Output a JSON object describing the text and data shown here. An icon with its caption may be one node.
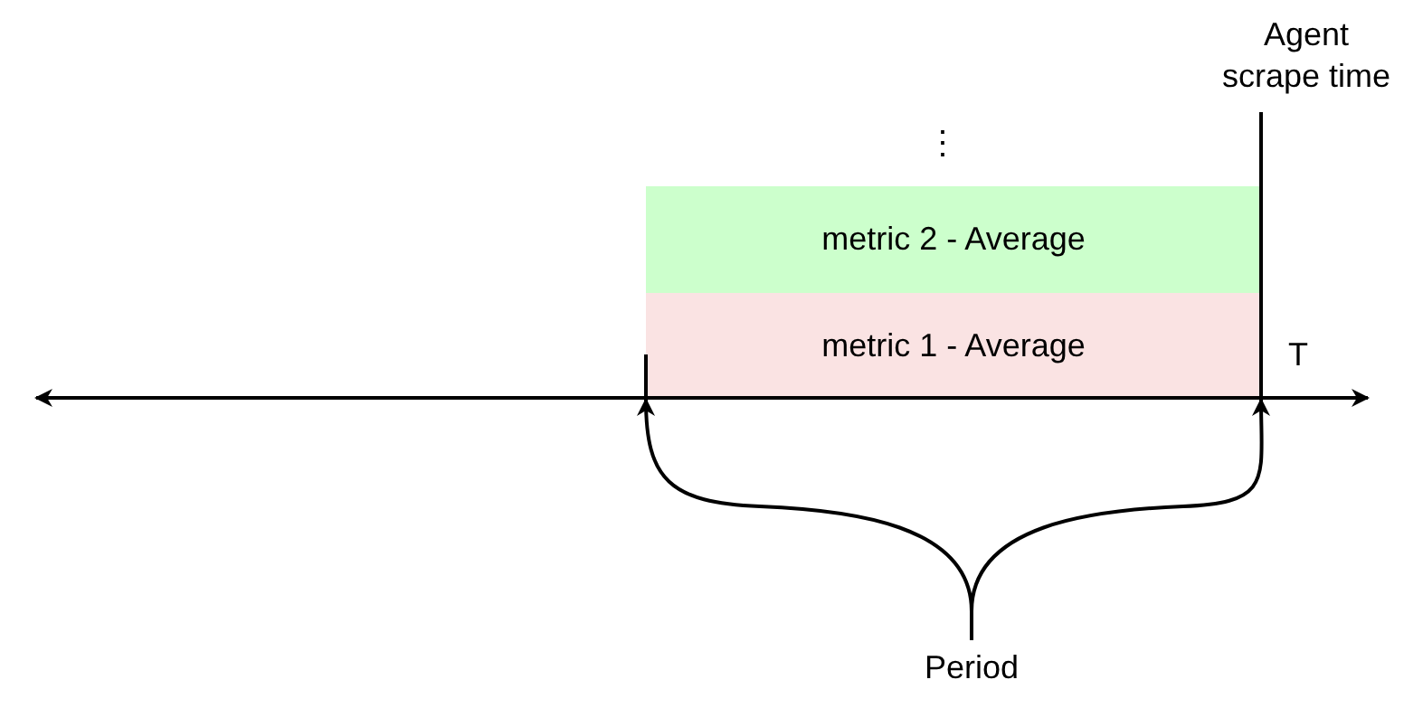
{
  "diagram": {
    "nodes": [
      {
        "text": [
          "metric 2 - Average"
        ]
      },
      {
        "text": [
          "metric 1 - Average"
        ]
      },
      {
        "text": [
          "Agent scrape time"
        ]
      },
      {
        "text": [
          "Period"
        ]
      }
    ],
    "edges": [
      {
        "from": 3,
        "to": 1,
        "arrow": "to"
      },
      {
        "from": 3,
        "to": 1,
        "arrow": "to"
      },
      {
        "from": 2,
        "to": 1,
        "arrow": "none"
      }
    ],
    "labels": [
      "⋮",
      "T"
    ]
  }
}
